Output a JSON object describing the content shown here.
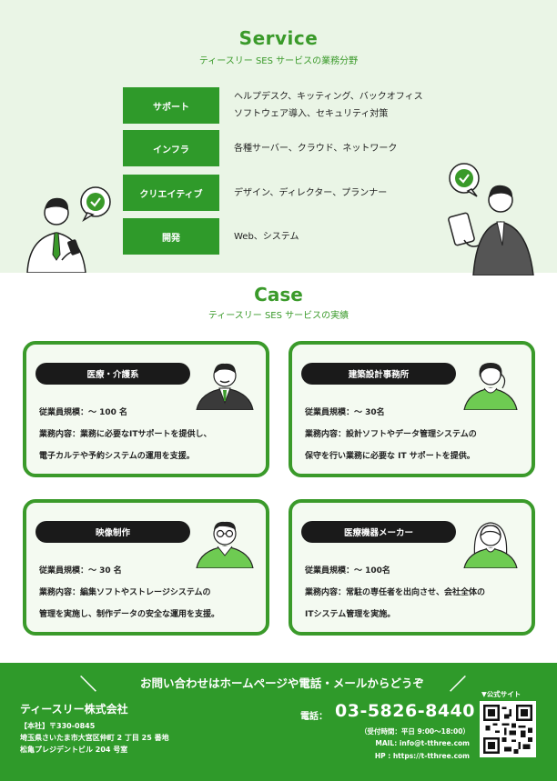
{
  "service": {
    "title": "Service",
    "subtitle": "ティースリー SES サービスの業務分野",
    "rows": [
      {
        "label": "サポート",
        "desc1": "ヘルプデスク、キッティング、バックオフィス",
        "desc2": "ソフトウェア導入、セキュリティ対策"
      },
      {
        "label": "インフラ",
        "desc1": "各種サーバー、クラウド、ネットワーク",
        "desc2": ""
      },
      {
        "label": "クリエイティブ",
        "desc1": "デザイン、ディレクター、プランナー",
        "desc2": ""
      },
      {
        "label": "開発",
        "desc1": "Web、システム",
        "desc2": ""
      }
    ]
  },
  "case": {
    "title": "Case",
    "subtitle": "ティースリー SES サービスの実績",
    "cards": [
      {
        "label": "医療・介護系",
        "line1": "従業員規模：～ 100 名",
        "line2": "業務内容：業務に必要なITサポートを提供し、",
        "line3": "電子カルテや予約システムの運用を支援。"
      },
      {
        "label": "建築設計事務所",
        "line1": "従業員規模：～ 30名",
        "line2": "業務内容：設計ソフトやデータ管理システムの",
        "line3": "保守を行い業務に必要な IT サポートを提供。"
      },
      {
        "label": "映像制作",
        "line1": "従業員規模：～ 30 名",
        "line2": "業務内容：編集ソフトやストレージシステムの",
        "line3": "管理を実施し、制作データの安全な運用を支援。"
      },
      {
        "label": "医療機器メーカー",
        "line1": "従業員規模：～ 100名",
        "line2": "業務内容：常駐の専任者を出向させ、会社全体の",
        "line3": "ITシステム管理を実施。"
      }
    ]
  },
  "footer": {
    "heading": "お問い合わせはホームページや電話・メールからどうぞ",
    "company": "ティースリー株式会社",
    "address1": "【本社】〒330-0845",
    "address2": "埼玉県さいたま市大宮区仲町 2 丁目 25 番地",
    "address3": "松亀プレジデントビル 204 号室",
    "tel_label": "電話：",
    "tel": "03-5826-8440",
    "hours": "（受付時間：平日 9:00～18:00）",
    "mail": "MAIL: info@t-tthree.com",
    "hp": "HP : https://t-tthree.com",
    "qr_label": "▼公式サイト"
  },
  "colors": {
    "accent": "#3a9a2a",
    "band": "#eaf5e6",
    "pill": "#1a1a1a"
  }
}
